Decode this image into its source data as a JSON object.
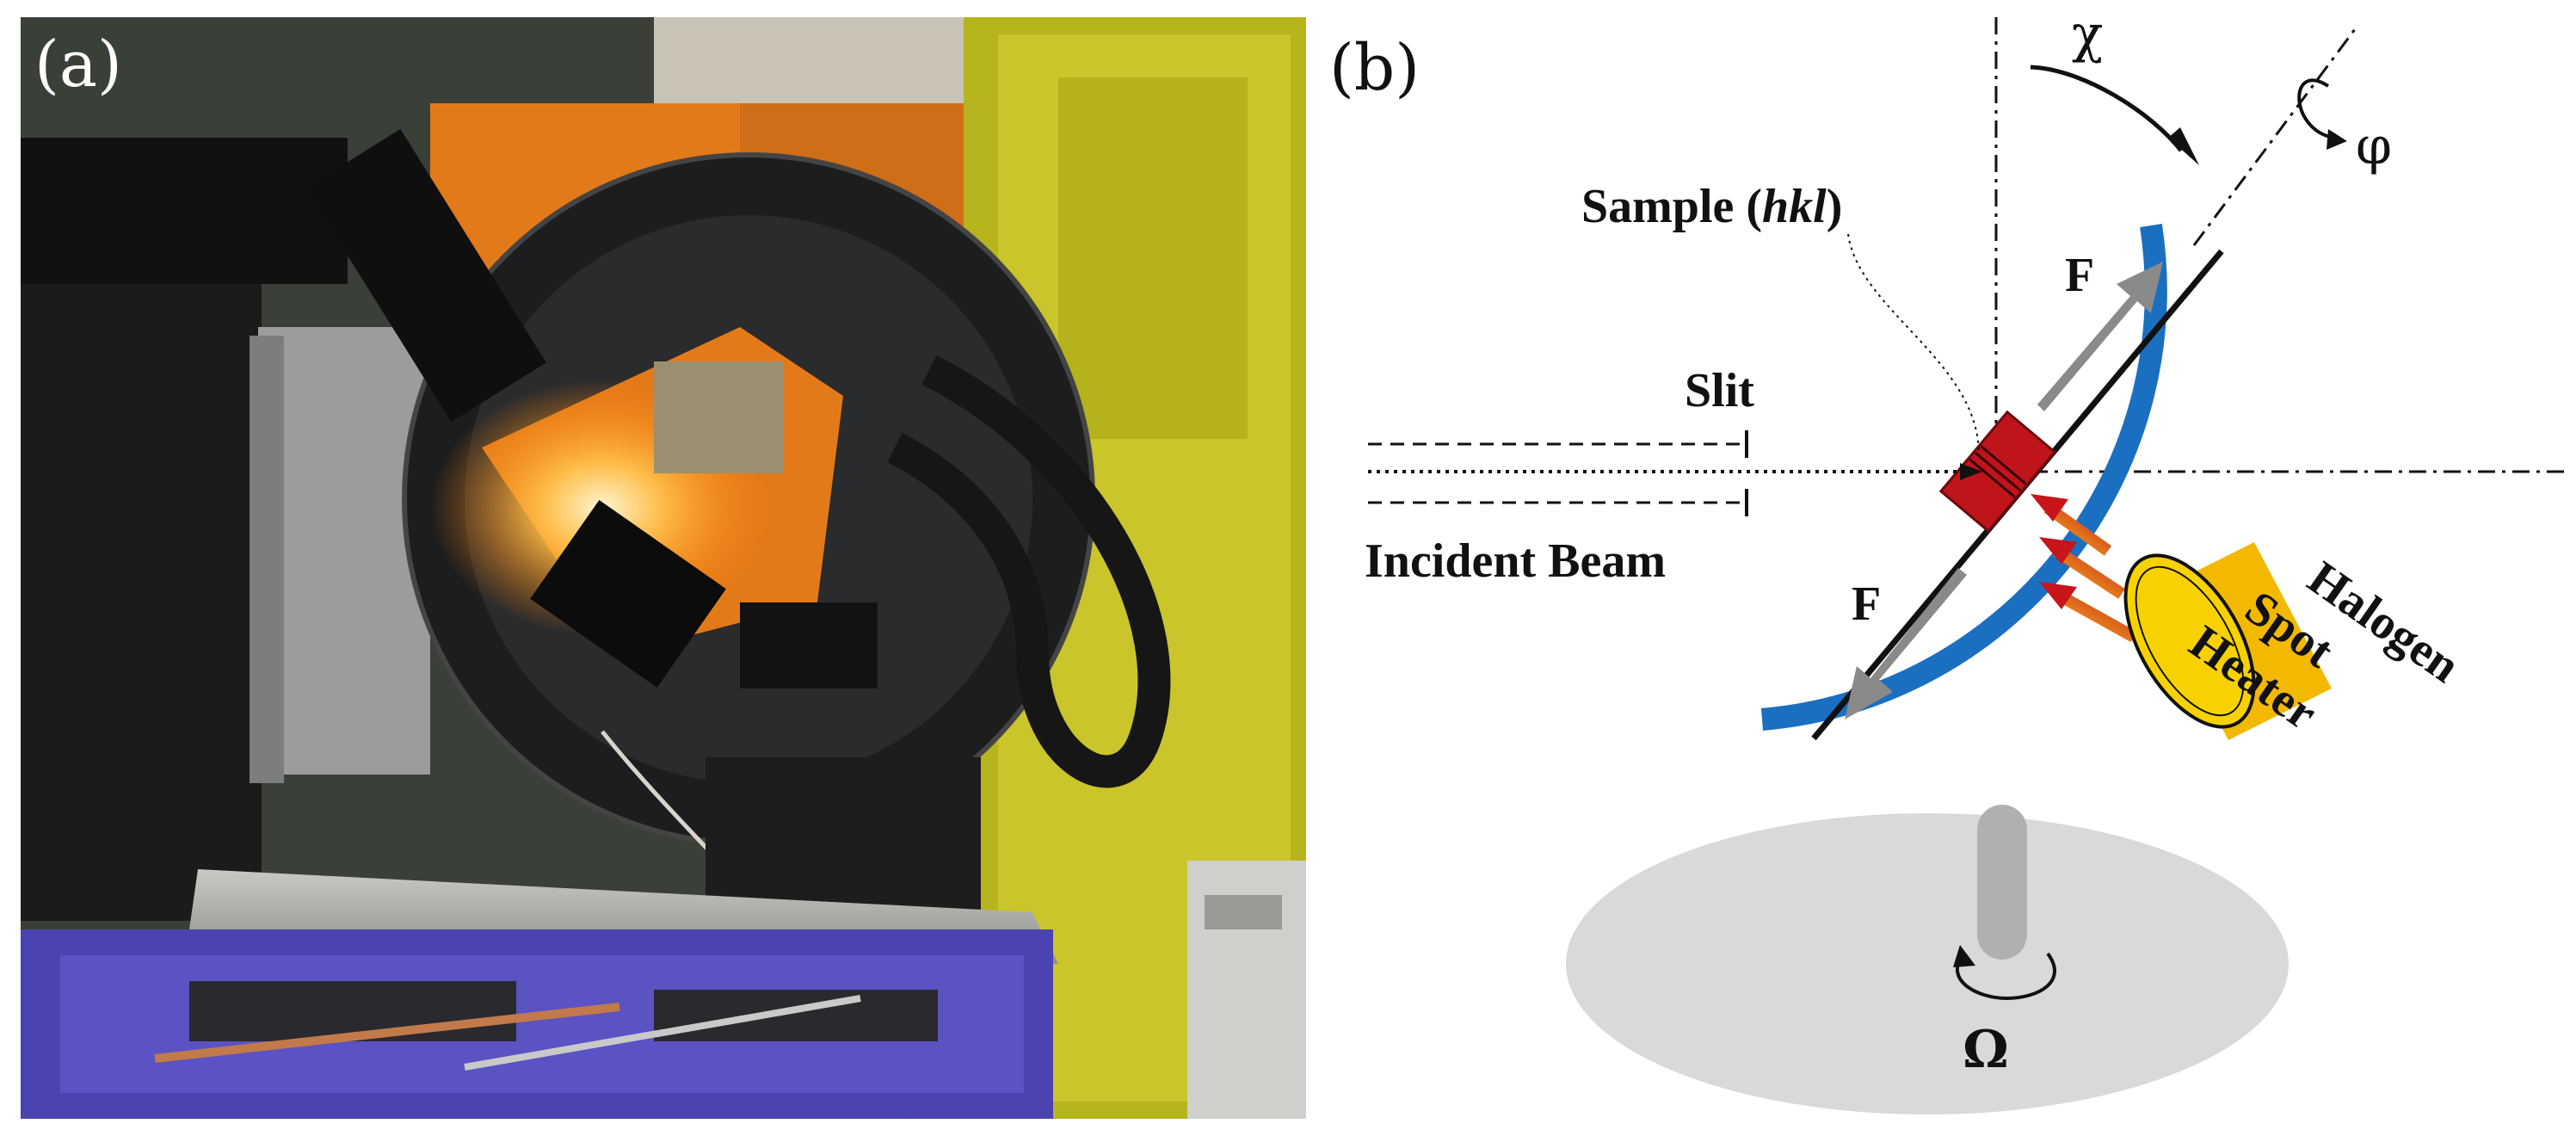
{
  "panels": {
    "a": {
      "label": "(a)"
    },
    "b": {
      "label": "(b)"
    }
  },
  "labels": {
    "sample_prefix": "Sample (",
    "sample_hkl": "hkl",
    "sample_suffix": ")",
    "slit": "Slit",
    "incident_beam": "Incident Beam",
    "force_upper": "F",
    "force_lower": "F",
    "halogen": "Halogen",
    "spot": "Spot",
    "heater": "Heater",
    "chi": "χ",
    "phi": "φ",
    "omega": "Ω"
  },
  "colors": {
    "chi_circle": "#1b6fc0",
    "sample": "#c0141b",
    "force_arrow": "#8a8a8a",
    "heater_body": "#f3b800",
    "heat_rays": "#e4481c",
    "base_plate": "#d9d9d9",
    "photo_frame": "#5b4fb8"
  },
  "icons": {
    "photo": "diffractometer-photo-icon",
    "rotation": "rotation-arrow-icon"
  }
}
